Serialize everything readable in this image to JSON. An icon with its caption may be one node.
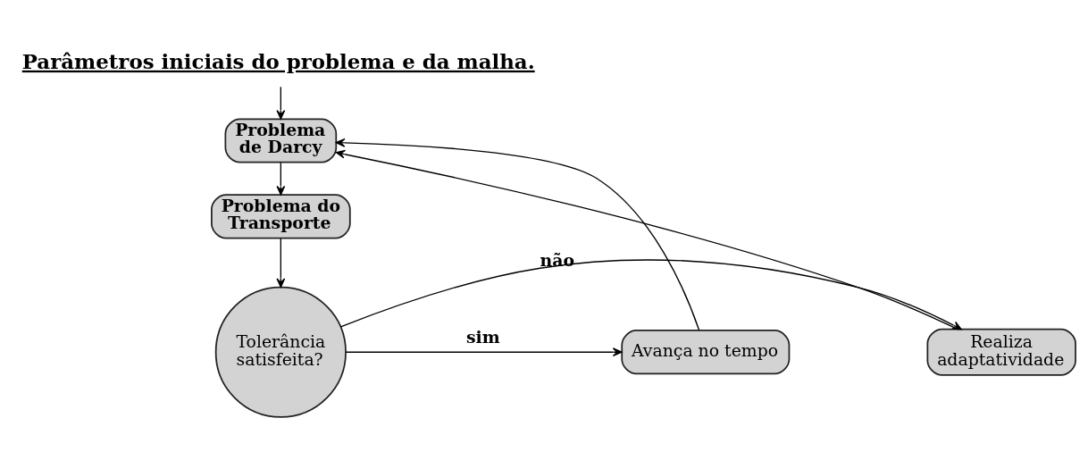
{
  "diagram": {
    "nodes": [
      {
        "text": [
          "Parâmetros iniciais do problema e da malha."
        ]
      },
      {
        "text": [
          "Problema de Darcy"
        ]
      },
      {
        "text": [
          "Problema do Transporte"
        ]
      },
      {
        "text": [
          "Tolerância satisfeita?"
        ]
      },
      {
        "text": [
          "Realiza adaptatividade"
        ]
      },
      {
        "text": [
          "Avança no tempo"
        ]
      }
    ],
    "edges": [
      {
        "from": 0,
        "to": 1,
        "arrow": "to"
      },
      {
        "from": 1,
        "to": 2,
        "arrow": "to"
      },
      {
        "from": 2,
        "to": 3,
        "arrow": "to"
      },
      {
        "from": 3,
        "to": 4,
        "arrow": "to",
        "label": "não"
      },
      {
        "from": 3,
        "to": 5,
        "arrow": "to",
        "label": "sim"
      },
      {
        "from": 4,
        "to": 1,
        "arrow": "to"
      },
      {
        "from": 5,
        "to": 1,
        "arrow": "to"
      }
    ]
  }
}
